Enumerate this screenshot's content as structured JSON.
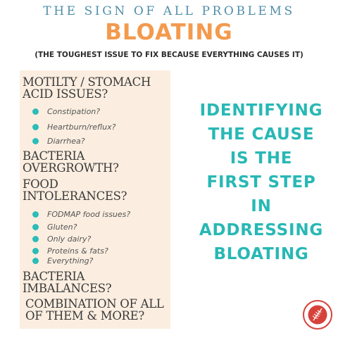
{
  "header": {
    "top_title": "THE SIGN OF ALL PROBLEMS",
    "main_title": "BLOATING",
    "subtitle": "(THE TOUGHEST ISSUE TO FIX BECAUSE EVERYTHING CAUSES IT)"
  },
  "panel": {
    "sections": [
      {
        "heading_lines": [
          "MOTILTY /  STOMACH",
          "ACID ISSUES?"
        ],
        "items": [
          "Constipation?",
          "Heartburn/reflux?",
          "Diarrhea?"
        ]
      },
      {
        "heading_lines": [
          "BACTERIA",
          "OVERGROWTH?"
        ],
        "items": []
      },
      {
        "heading_lines": [
          "FOOD",
          "INTOLERANCES?"
        ],
        "items": [
          "FODMAP food issues?",
          "Gluten?",
          "Only dairy?",
          "Proteins & fats?",
          "Everything?"
        ]
      },
      {
        "heading_lines": [
          "BACTERIA",
          "IMBALANCES?"
        ],
        "items": []
      },
      {
        "heading_lines": [
          "COMBINATION OF ALL",
          "OF THEM & MORE?"
        ],
        "items": []
      }
    ]
  },
  "message": {
    "lines": [
      "IDENTIFYING",
      "THE CAUSE",
      "IS THE",
      "FIRST STEP",
      "IN",
      "ADDRESSING",
      "BLOATING"
    ]
  },
  "colors": {
    "top_title": "#4f8fa8",
    "main_title": "#f39a4d",
    "panel_background": "#fbeee0",
    "bullet": "#2cbcb9",
    "message": "#28b8b5",
    "logo": "#d6423a"
  },
  "icons": {
    "bullet": "teal-dot-icon",
    "logo": "fern-leaf-logo-icon"
  }
}
